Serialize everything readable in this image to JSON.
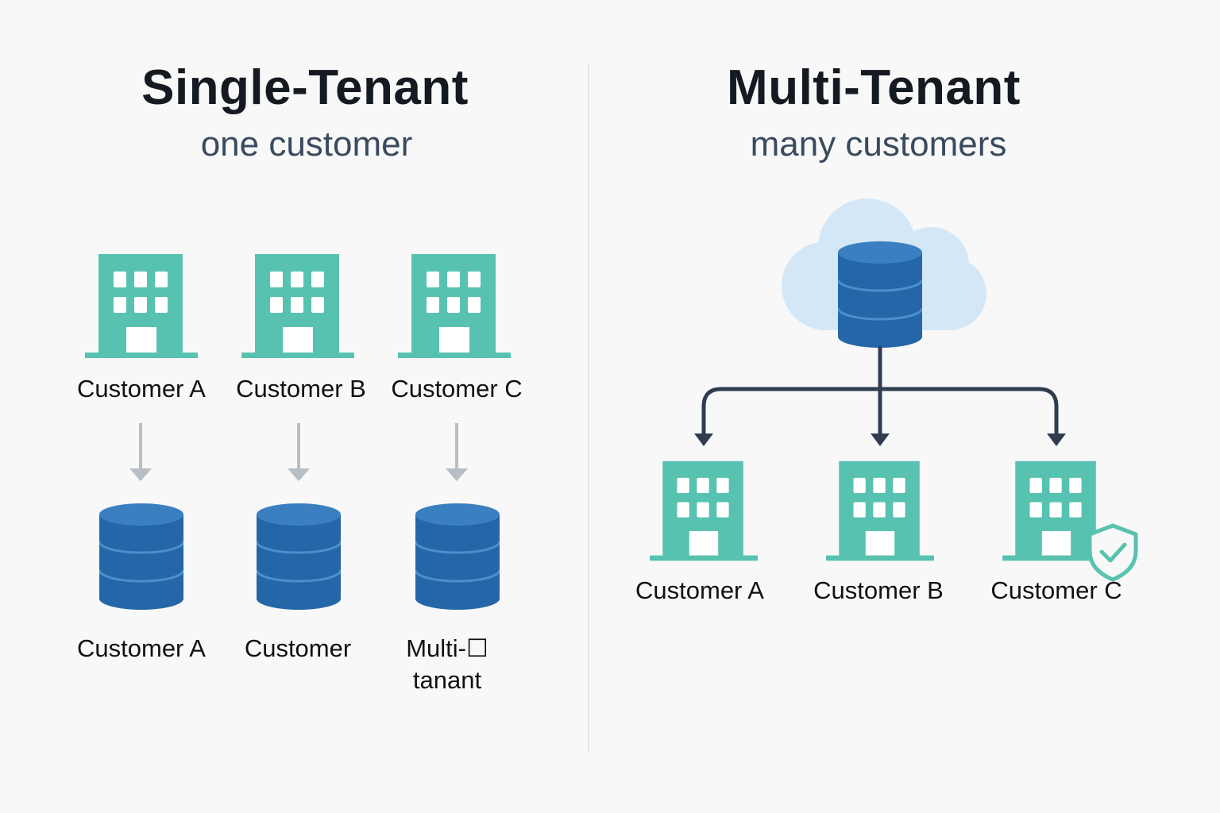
{
  "single": {
    "title": "Single-Tenant",
    "subtitle": "one customer",
    "customers": [
      "Customer A",
      "Customer B",
      "Customer C"
    ],
    "databases": [
      "Customer A",
      "Customer",
      "Multi-☐\ntanant"
    ]
  },
  "multi": {
    "title": "Multi-Tenant",
    "subtitle": "many customers",
    "customers": [
      "Customer A",
      "Customer B",
      "Customer C"
    ]
  },
  "colors": {
    "building": "#58c2b0",
    "database": "#2566a8",
    "database_top": "#3a80c0",
    "cloud": "#d4e7f6",
    "connector": "#2e3d50",
    "single_arrow": "#b8bec6",
    "shield": "#58c2b0"
  },
  "icons": {
    "building": "office-building-icon",
    "database": "database-cylinder-icon",
    "cloud": "cloud-icon",
    "shield": "shield-check-icon"
  }
}
